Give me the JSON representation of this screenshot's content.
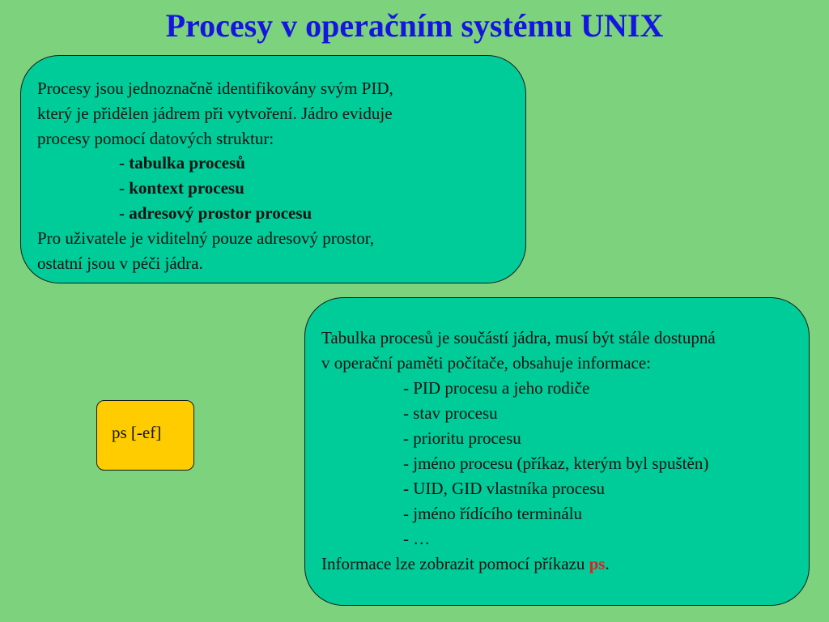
{
  "title": "Procesy v operačním systému UNIX",
  "box1": {
    "line1": "Procesy jsou jednoznačně identifikovány svým PID,",
    "line2": "který je přidělen jádrem při vytvoření. Jádro eviduje",
    "line3": "procesy pomocí datových struktur:",
    "dash": "- ",
    "item1": "tabulka procesů",
    "item2": "kontext procesu",
    "item3": "adresový prostor procesu",
    "line4": "Pro uživatele je viditelný pouze adresový prostor,",
    "line5": "ostatní jsou v péči jádra."
  },
  "box2": {
    "line1": "Tabulka procesů je součástí jádra, musí být stále dostupná",
    "line2": "v operační paměti počítače, obsahuje informace:",
    "items": [
      "- PID procesu a jeho rodiče",
      "- stav procesu",
      "- prioritu procesu",
      "- jméno procesu (příkaz, kterým byl spuštěn)",
      "- UID, GID vlastníka procesu",
      "- jméno řídícího terminálu",
      "- …"
    ],
    "last_prefix": "Informace lze zobrazit pomocí příkazu ",
    "last_cmd": "ps",
    "last_suffix": "."
  },
  "ps_box": {
    "text": "ps [-ef]"
  }
}
